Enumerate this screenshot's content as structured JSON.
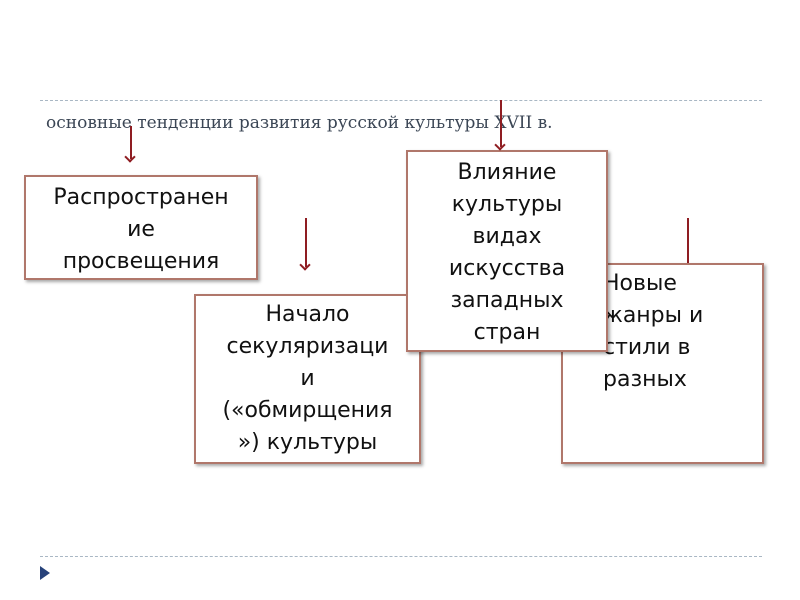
{
  "subtitle": "основные тенденции развития русской культуры XVII в.",
  "boxes": {
    "box1": "Распространен\nие\nпросвещения",
    "box2": "Начало\nсекуляризаци\nи\n(«обмирщения\n») культуры",
    "box3": "Новые\nжанры и\nстили в\nразных",
    "box4": "Влияние\nкультуры\nвидах\nискусства\nзападных\nстран"
  },
  "colors": {
    "box_border": "#b0776b",
    "arrow": "#8f1d22",
    "subtitle_text": "#3b4655",
    "divider": "#a9b7c4",
    "bullet": "#27427a"
  },
  "icons": {
    "arrows": "down-arrow-icon",
    "bullet": "triangle-bullet-icon"
  }
}
